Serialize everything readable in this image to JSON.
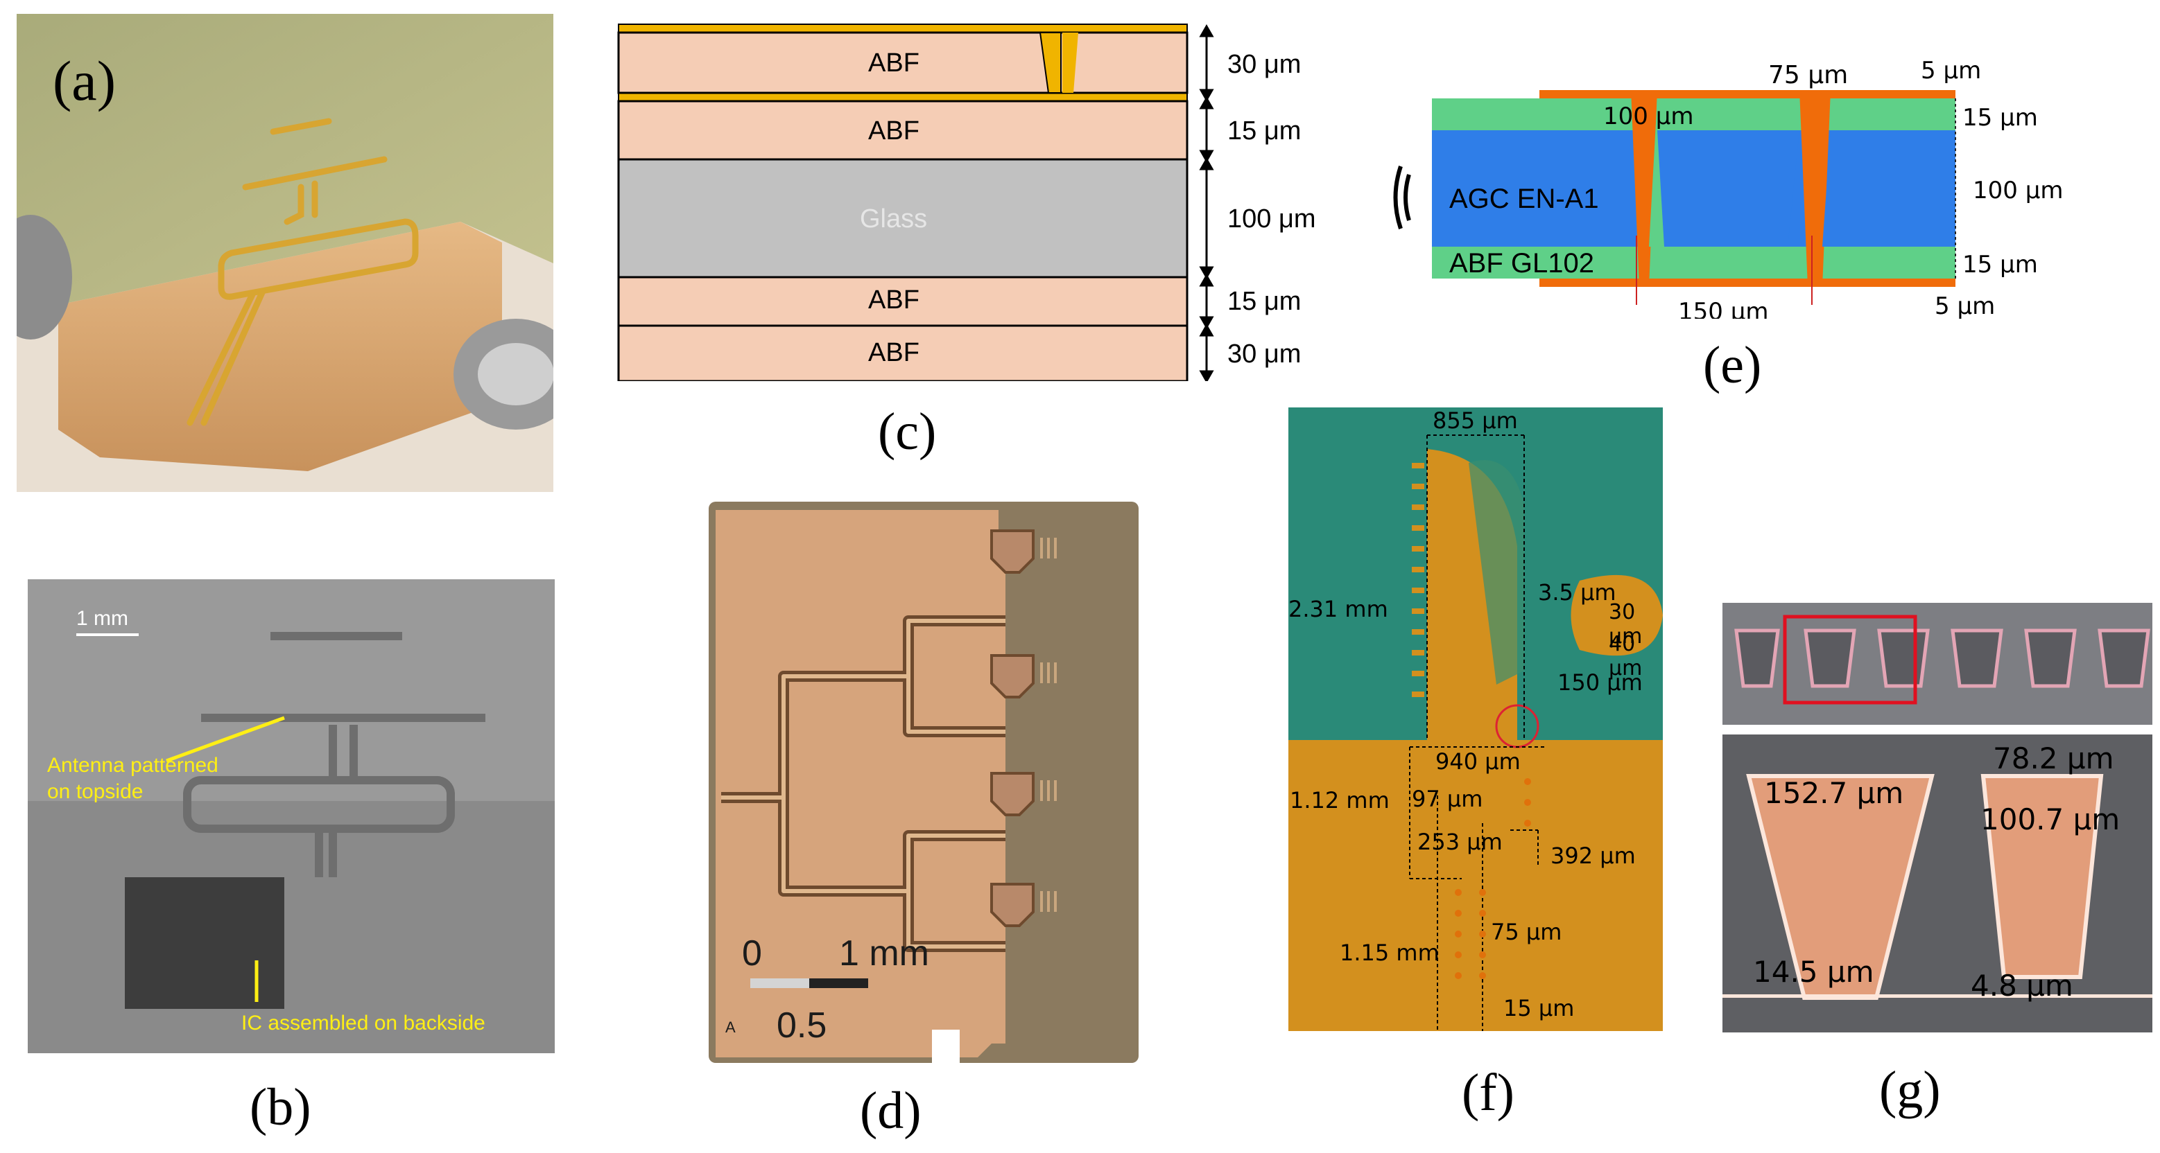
{
  "panels": {
    "a": {
      "caption": "(a)"
    },
    "b": {
      "caption": "(b)",
      "scale": "1 mm",
      "note_top_1": "Antenna patterned",
      "note_top_2": "on topside",
      "note_bottom": "IC assembled on backside"
    },
    "c": {
      "caption": "(c)",
      "layers": [
        "ABF",
        "ABF",
        "Glass",
        "ABF",
        "ABF"
      ],
      "thickness": [
        "30 μm",
        "15 μm",
        "100 μm",
        "15 μm",
        "30 μm"
      ]
    },
    "d": {
      "caption": "(d)",
      "scale_0": "0",
      "scale_1": "1 mm",
      "scale_half": "0.5",
      "corner": "A"
    },
    "e": {
      "caption": "(e)",
      "core": "AGC EN-A1",
      "buildup": "ABF GL102",
      "d_75": "75 μm",
      "d_5_top": "5 μm",
      "d_100_top": "100 μm",
      "d_15_top": "15 μm",
      "d_100_core": "100 μm",
      "d_15_bot": "15 μm",
      "d_150": "150 μm",
      "d_5_bot": "5 μm"
    },
    "f": {
      "caption": "(f)",
      "d_855": "855 μm",
      "d_231": "2.31 mm",
      "d_35": "3.5 μm",
      "d_30": "30 μm",
      "d_40": "40 μm",
      "d_150": "150 μm",
      "d_940": "940 μm",
      "d_112": "1.12 mm",
      "d_97": "97 μm",
      "d_253": "253 μm",
      "d_392": "392 μm",
      "d_115": "1.15 mm",
      "d_75": "75 μm",
      "d_15": "15 μm"
    },
    "g": {
      "caption": "(g)",
      "d_782": "78.2 μm",
      "d_1527": "152.7 μm",
      "d_1007": "100.7 μm",
      "d_145": "14.5 μm",
      "d_48": "4.8 μm"
    }
  },
  "colors": {
    "copper": "#e0b27a",
    "abf": "#f5cdb5",
    "glass": "#c1c1c1",
    "gold": "#f0b400",
    "e_green": "#5fd088",
    "e_blue": "#2f7ee8",
    "e_orange": "#f06c0a",
    "f_teal": "#2a8a78",
    "f_orange": "#d3901e"
  }
}
